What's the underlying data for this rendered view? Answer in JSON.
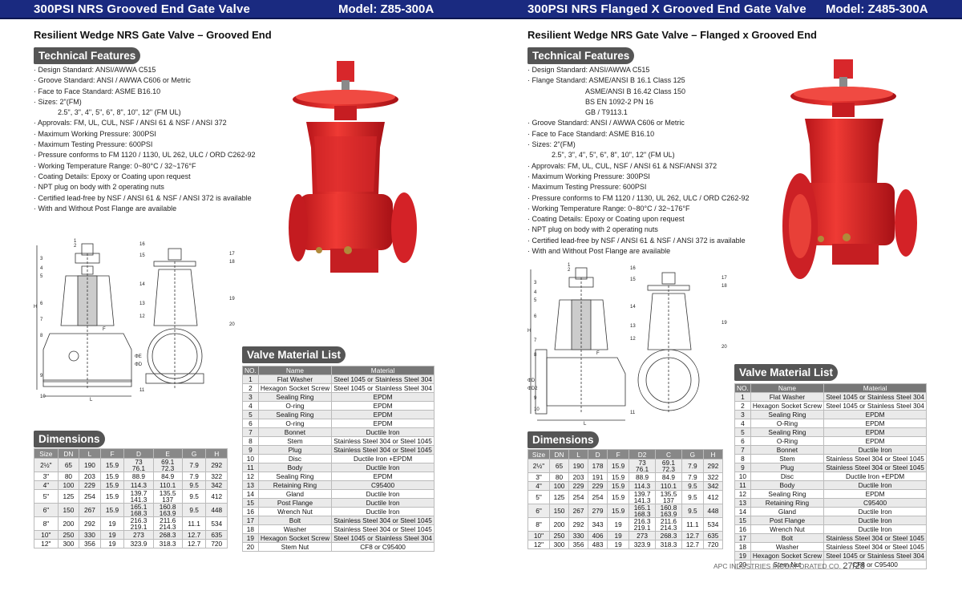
{
  "left": {
    "header_title": "300PSI NRS Grooved End Gate Valve",
    "header_model": "Model: Z85-300A",
    "subtitle": "Resilient Wedge NRS Gate Valve – Grooved End",
    "features_title": "Technical Features",
    "features": [
      {
        "text": "· Design Standard: ANSI/AWWA C515",
        "indent": 0
      },
      {
        "text": "· Groove Standard: ANSI / AWWA C606 or Metric",
        "indent": 0
      },
      {
        "text": "· Face to Face Standard: ASME B16.10",
        "indent": 0
      },
      {
        "text": "· Sizes: 2\"(FM)",
        "indent": 0
      },
      {
        "text": "2.5\", 3\", 4\", 5\", 6\", 8\", 10\", 12\" (FM UL)",
        "indent": 1
      },
      {
        "text": "· Approvals: FM, UL, CUL, NSF / ANSI 61 & NSF / ANSI 372",
        "indent": 0
      },
      {
        "text": "· Maximum Working Pressure: 300PSI",
        "indent": 0
      },
      {
        "text": "· Maximum Testing Pressure: 600PSI",
        "indent": 0
      },
      {
        "text": "· Pressure conforms to FM 1120 / 1130, UL 262, ULC / ORD C262-92",
        "indent": 0
      },
      {
        "text": "· Working Temperature Range: 0~80°C / 32~176°F",
        "indent": 0
      },
      {
        "text": "· Coating Details: Epoxy or Coating upon request",
        "indent": 0
      },
      {
        "text": "· NPT plug on body with 2 operating nuts",
        "indent": 0
      },
      {
        "text": "· Certified lead-free by NSF / ANSI 61 & NSF / ANSI 372 is available",
        "indent": 0
      },
      {
        "text": "· With and Without Post Flange are available",
        "indent": 0
      }
    ],
    "material_title": "Valve Material List",
    "material_headers": [
      "NO.",
      "Name",
      "Material"
    ],
    "materials": [
      [
        "1",
        "Flat Washer",
        "Steel 1045 or  Stainless Steel 304"
      ],
      [
        "2",
        "Hexagon Socket Screw",
        "Steel 1045 or  Stainless Steel 304"
      ],
      [
        "3",
        "Sealing Ring",
        "EPDM"
      ],
      [
        "4",
        "O-ring",
        "EPDM"
      ],
      [
        "5",
        "Sealing Ring",
        "EPDM"
      ],
      [
        "6",
        "O-ring",
        "EPDM"
      ],
      [
        "7",
        "Bonnet",
        "Ductile Iron"
      ],
      [
        "8",
        "Stem",
        "Stainless Steel 304 or Steel 1045"
      ],
      [
        "9",
        "Plug",
        "Stainless Steel 304 or Steel 1045"
      ],
      [
        "10",
        "Disc",
        "Ductile Iron +EPDM"
      ],
      [
        "11",
        "Body",
        "Ductile Iron"
      ],
      [
        "12",
        "Sealing Ring",
        "EPDM"
      ],
      [
        "13",
        "Retaining Ring",
        "C95400"
      ],
      [
        "14",
        "Gland",
        "Ductile Iron"
      ],
      [
        "15",
        "Post Flange",
        "Ductile Iron"
      ],
      [
        "16",
        "Wrench Nut",
        "Ductile Iron"
      ],
      [
        "17",
        "Bolt",
        "Stainless Steel 304 or Steel 1045"
      ],
      [
        "18",
        "Washer",
        "Stainless Steel 304 or Steel 1045"
      ],
      [
        "19",
        "Hexagon Socket Screw",
        "Steel 1045 or  Stainless Steel 304"
      ],
      [
        "20",
        "Stem Nut",
        "CF8 or C95400"
      ]
    ],
    "dimensions_title": "Dimensions",
    "dim_headers": [
      "Size",
      "DN",
      "L",
      "F",
      "D",
      "E",
      "G",
      "H"
    ],
    "dims": [
      [
        "2½\"",
        "65",
        "190",
        "15.9",
        "73\n76.1",
        "69.1\n72.3",
        "7.9",
        "292"
      ],
      [
        "3\"",
        "80",
        "203",
        "15.9",
        "88.9",
        "84.9",
        "7.9",
        "322"
      ],
      [
        "4\"",
        "100",
        "229",
        "15.9",
        "114.3",
        "110.1",
        "9.5",
        "342"
      ],
      [
        "5\"",
        "125",
        "254",
        "15.9",
        "139.7\n141.3",
        "135.5\n137",
        "9.5",
        "412"
      ],
      [
        "6\"",
        "150",
        "267",
        "15.9",
        "165.1\n168.3",
        "160.8\n163.9",
        "9.5",
        "448"
      ],
      [
        "8\"",
        "200",
        "292",
        "19",
        "216.3\n219.1",
        "211.6\n214.3",
        "11.1",
        "534"
      ],
      [
        "10\"",
        "250",
        "330",
        "19",
        "273",
        "268.3",
        "12.7",
        "635"
      ],
      [
        "12\"",
        "300",
        "356",
        "19",
        "323.9",
        "318.3",
        "12.7",
        "720"
      ]
    ],
    "drawing_labels": [
      "1",
      "2",
      "3",
      "4",
      "5",
      "6",
      "7",
      "8",
      "9",
      "10",
      "11",
      "12",
      "13",
      "14",
      "15",
      "16",
      "17",
      "18",
      "19",
      "20",
      "H",
      "L",
      "F",
      "ΦE",
      "ΦD"
    ]
  },
  "right": {
    "header_title": "300PSI NRS Flanged X Grooved End Gate Valve",
    "header_model": "Model: Z485-300A",
    "subtitle": "Resilient Wedge NRS Gate Valve – Flanged x Grooved End",
    "features_title": "Technical Features",
    "features": [
      {
        "text": "· Design Standard: ANSI/AWWA C515",
        "indent": 0
      },
      {
        "text": "· Flange Standard: ASME/ANSI B 16.1 Class 125",
        "indent": 0
      },
      {
        "text": "ASME/ANSI B 16.42 Class 150",
        "indent": 2
      },
      {
        "text": "BS EN 1092-2 PN 16",
        "indent": 2
      },
      {
        "text": "GB / T9113.1",
        "indent": 2
      },
      {
        "text": "· Groove Standard: ANSI / AWWA C606 or Metric",
        "indent": 0
      },
      {
        "text": "· Face to Face Standard: ASME B16.10",
        "indent": 0
      },
      {
        "text": "· Sizes: 2\"(FM)",
        "indent": 0
      },
      {
        "text": "2.5\", 3\", 4\", 5\", 6\", 8\", 10\", 12\" (FM UL)",
        "indent": 1
      },
      {
        "text": "· Approvals: FM, UL, CUL, NSF / ANSI 61 & NSF/ANSI 372",
        "indent": 0
      },
      {
        "text": "· Maximum Working Pressure: 300PSI",
        "indent": 0
      },
      {
        "text": "· Maximum Testing Pressure: 600PSI",
        "indent": 0
      },
      {
        "text": "· Pressure conforms to FM 1120 / 1130, UL 262, ULC / ORD C262-92",
        "indent": 0
      },
      {
        "text": "· Working Temperature Range: 0~80°C / 32~176°F",
        "indent": 0
      },
      {
        "text": "· Coating Details: Epoxy or Coating upon request",
        "indent": 0
      },
      {
        "text": "· NPT plug on body with 2 operating nuts",
        "indent": 0
      },
      {
        "text": "· Certified lead-free by NSF / ANSI 61 & NSF / ANSI 372 is available",
        "indent": 0
      },
      {
        "text": "· With and Without Post Flange are available",
        "indent": 0
      }
    ],
    "material_title": "Valve Material List",
    "material_headers": [
      "NO.",
      "Name",
      "Material"
    ],
    "materials": [
      [
        "1",
        "Flat Washer",
        "Steel 1045 or  Stainless Steel 304"
      ],
      [
        "2",
        "Hexagon Socket Screw",
        "Steel 1045 or  Stainless Steel 304"
      ],
      [
        "3",
        "Sealing Ring",
        "EPDM"
      ],
      [
        "4",
        "O-Ring",
        "EPDM"
      ],
      [
        "5",
        "Sealing Ring",
        "EPDM"
      ],
      [
        "6",
        "O-Ring",
        "EPDM"
      ],
      [
        "7",
        "Bonnet",
        "Ductile Iron"
      ],
      [
        "8",
        "Stem",
        "Stainless Steel 304 or Steel 1045"
      ],
      [
        "9",
        "Plug",
        "Stainless Steel 304 or Steel 1045"
      ],
      [
        "10",
        "Disc",
        "Ductile Iron +EPDM"
      ],
      [
        "11",
        "Body",
        "Ductile Iron"
      ],
      [
        "12",
        "Sealing Ring",
        "EPDM"
      ],
      [
        "13",
        "Retaining Ring",
        "C95400"
      ],
      [
        "14",
        "Gland",
        "Ductile Iron"
      ],
      [
        "15",
        "Post Flange",
        "Ductile Iron"
      ],
      [
        "16",
        "Wrench Nut",
        "Ductile Iron"
      ],
      [
        "17",
        "Bolt",
        "Stainless Steel 304 or Steel 1045"
      ],
      [
        "18",
        "Washer",
        "Stainless Steel 304 or Steel 1045"
      ],
      [
        "19",
        "Hexagon Socket Screw",
        "Steel 1045 or  Stainless Steel 304"
      ],
      [
        "20",
        "Stem Nut",
        "CF8 or C95400"
      ]
    ],
    "dimensions_title": "Dimensions",
    "dim_headers": [
      "Size",
      "DN",
      "L",
      "D",
      "F",
      "D2",
      "C",
      "G",
      "H"
    ],
    "dims": [
      [
        "2½\"",
        "65",
        "190",
        "178",
        "15.9",
        "73\n76.1",
        "69.1\n72.3",
        "7.9",
        "292"
      ],
      [
        "3\"",
        "80",
        "203",
        "191",
        "15.9",
        "88.9",
        "84.9",
        "7.9",
        "322"
      ],
      [
        "4\"",
        "100",
        "229",
        "229",
        "15.9",
        "114.3",
        "110.1",
        "9.5",
        "342"
      ],
      [
        "5\"",
        "125",
        "254",
        "254",
        "15.9",
        "139.7\n141.3",
        "135.5\n137",
        "9.5",
        "412"
      ],
      [
        "6\"",
        "150",
        "267",
        "279",
        "15.9",
        "165.1\n168.3",
        "160.8\n163.9",
        "9.5",
        "448"
      ],
      [
        "8\"",
        "200",
        "292",
        "343",
        "19",
        "216.3\n219.1",
        "211.6\n214.3",
        "11.1",
        "534"
      ],
      [
        "10\"",
        "250",
        "330",
        "406",
        "19",
        "273",
        "268.3",
        "12.7",
        "635"
      ],
      [
        "12\"",
        "300",
        "356",
        "483",
        "19",
        "323.9",
        "318.3",
        "12.7",
        "720"
      ]
    ],
    "drawing_labels": [
      "1",
      "2",
      "3",
      "4",
      "5",
      "6",
      "7",
      "8",
      "9",
      "10",
      "11",
      "12",
      "13",
      "14",
      "15",
      "16",
      "17",
      "18",
      "19",
      "20",
      "H",
      "L",
      "F",
      "ΦD",
      "ΦD2"
    ]
  },
  "footer": {
    "company": "APC INDUSTRIES INCORPORATED CO.",
    "page": "27/28"
  },
  "colors": {
    "header_bar": "#1a2a80",
    "pill": "#555555",
    "valve_red": "#e0262a"
  }
}
